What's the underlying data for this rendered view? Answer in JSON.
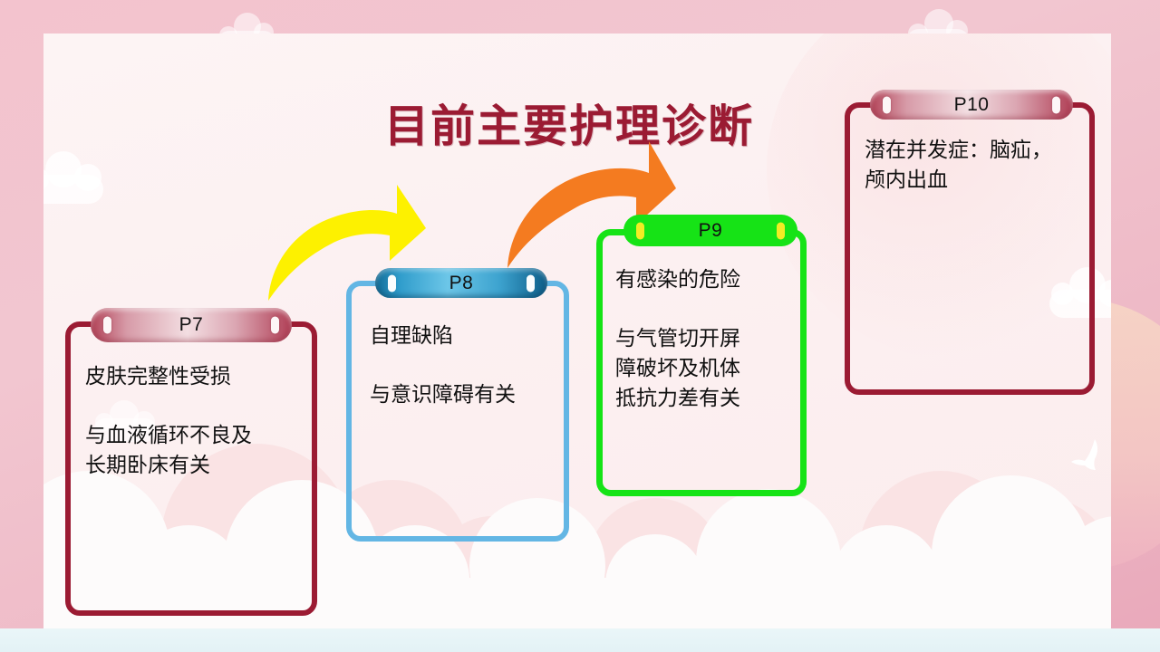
{
  "slide": {
    "title": "目前主要护理诊断",
    "title_color": "#9b1b33",
    "background_color": "#f1c1cd",
    "panel_color": "#fcf1f2"
  },
  "cards": [
    {
      "id": "p7",
      "tab_label": "P7",
      "accent_color": "#9b1b33",
      "tab_style": "rose",
      "body": "皮肤完整性受损\n\n与血液循环不良及\n长期卧床有关"
    },
    {
      "id": "p8",
      "tab_label": "P8",
      "accent_color": "#63b6e4",
      "tab_style": "blue",
      "body": "自理缺陷\n\n与意识障碍有关"
    },
    {
      "id": "p9",
      "tab_label": "P9",
      "accent_color": "#16e316",
      "tab_style": "green",
      "body": "有感染的危险\n\n 与气管切开屏\n障破坏及机体\n抵抗力差有关"
    },
    {
      "id": "p10",
      "tab_label": "P10",
      "accent_color": "#9b1b33",
      "tab_style": "rose",
      "body": "潜在并发症：脑疝，\n颅内出血"
    }
  ],
  "arrows": [
    {
      "id": "yellow-arrow",
      "color": "#fdf100",
      "direction": "curved-up-right"
    },
    {
      "id": "orange-arrow",
      "color": "#f47b20",
      "direction": "curved-up-right"
    }
  ],
  "decor": {
    "bird": "dove-icon",
    "clouds": "cloud-icon"
  }
}
